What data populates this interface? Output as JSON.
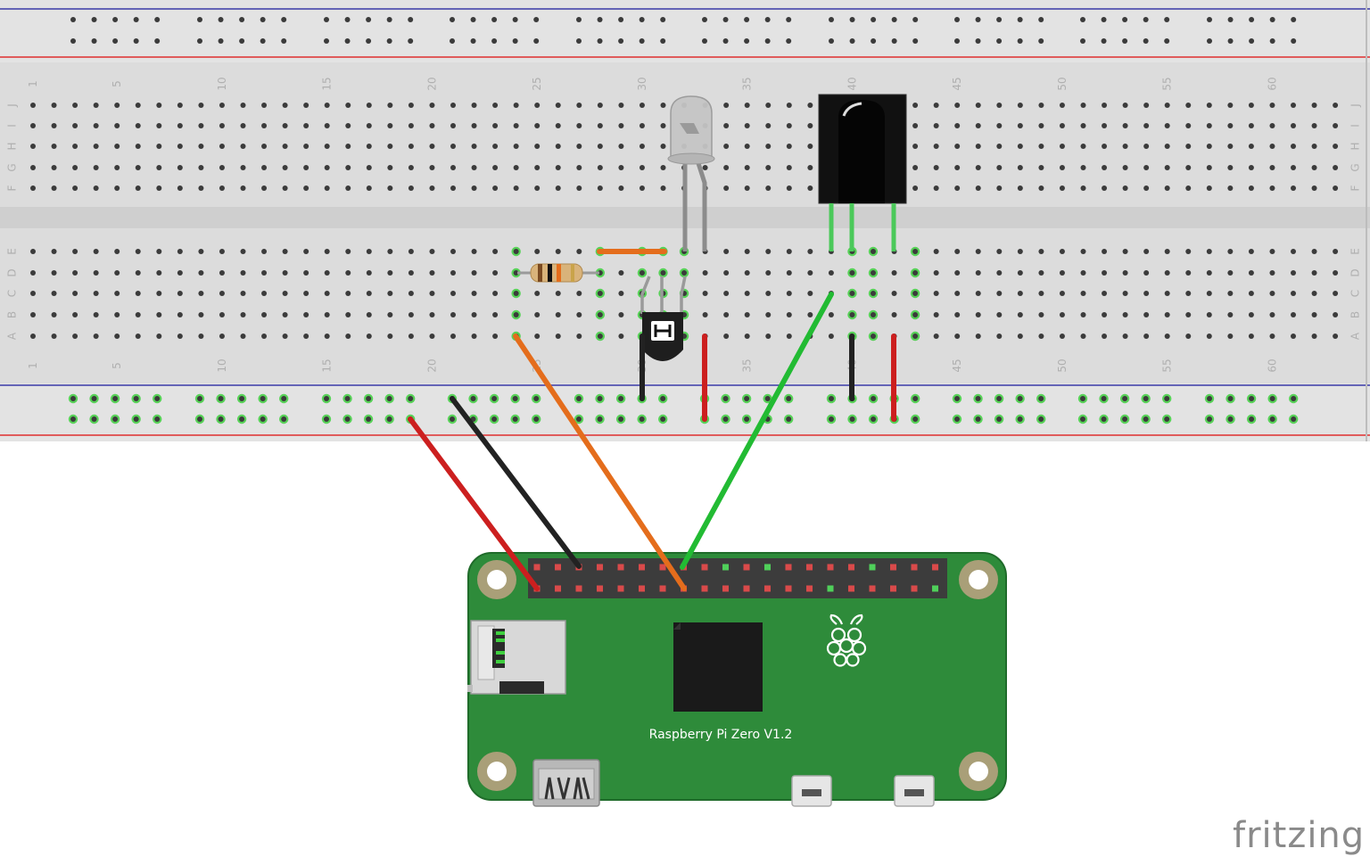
{
  "breadboard": {
    "column_numbers": [
      "1",
      "5",
      "10",
      "15",
      "20",
      "25",
      "30",
      "35",
      "40",
      "45",
      "50",
      "55",
      "60"
    ],
    "row_letters_top": [
      "J",
      "I",
      "H",
      "G",
      "F"
    ],
    "row_letters_bottom": [
      "E",
      "D",
      "C",
      "B",
      "A"
    ]
  },
  "board": {
    "label": "Raspberry Pi Zero V1.2"
  },
  "branding": {
    "text": "fritzing"
  },
  "colors": {
    "board_green": "#2e8b3a",
    "rail_red": "#e03030",
    "rail_blue": "#3a3aa8",
    "wire_red": "#cc1f1f",
    "wire_black": "#222222",
    "wire_orange": "#e46d1c",
    "wire_green": "#22bb33",
    "hole": "#3b3b3b",
    "hole_active": "#3fcf3f"
  },
  "icons": [
    "raspberry-logo-icon"
  ]
}
